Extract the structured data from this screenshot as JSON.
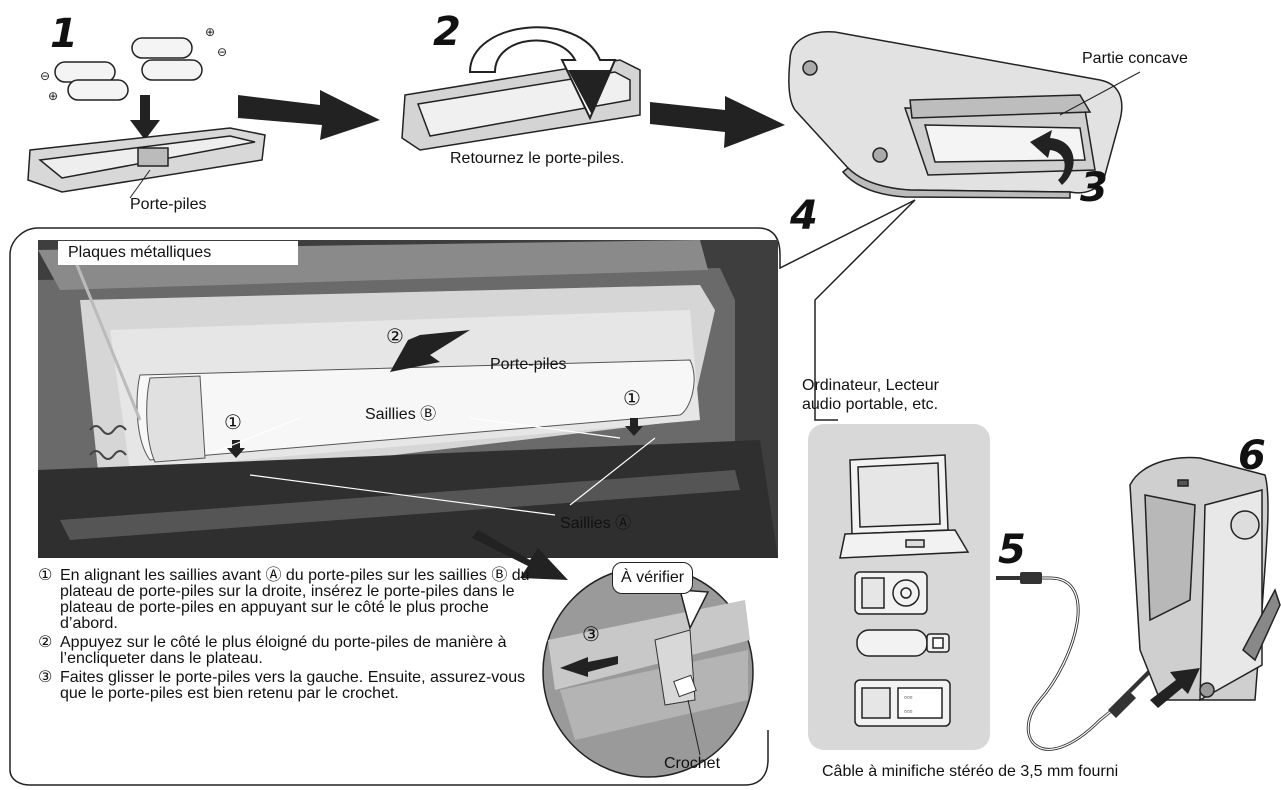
{
  "steps": {
    "s1": "1",
    "s2": "2",
    "s3": "3",
    "s4": "4",
    "s5": "5",
    "s6": "6"
  },
  "labels": {
    "porte_piles_top": "Porte-piles",
    "retournez": "Retournez le porte-piles.",
    "partie_concave": "Partie concave",
    "plaques": "Plaques métalliques",
    "porte_piles_detail": "Porte-piles",
    "saillies_b": "Saillies Ⓑ",
    "saillies_a": "Saillies Ⓐ",
    "a_verifier": "À vérifier",
    "crochet": "Crochet",
    "ordinateur_line1": "Ordinateur, Lecteur",
    "ordinateur_line2": "audio portable, etc.",
    "cable": "Câble à minifiche stéréo de 3,5 mm fourni"
  },
  "markers": {
    "m1a": "①",
    "m1b": "①",
    "m2": "②",
    "m3": "③"
  },
  "instructions": [
    {
      "num": "①",
      "text": "En alignant les saillies avant Ⓐ du porte-piles sur les saillies Ⓑ du plateau de porte-piles sur la droite, insérez le porte-piles dans le plateau de porte-piles en appuyant sur le côté le plus proche d’abord."
    },
    {
      "num": "②",
      "text": "Appuyez sur le côté le plus éloigné du porte-piles de manière à l’encliqueter dans le plateau."
    },
    {
      "num": "③",
      "text": "Faites glisser le porte-piles vers la gauche. Ensuite, assurez-vous que le porte-piles est bien retenu par le crochet."
    }
  ]
}
